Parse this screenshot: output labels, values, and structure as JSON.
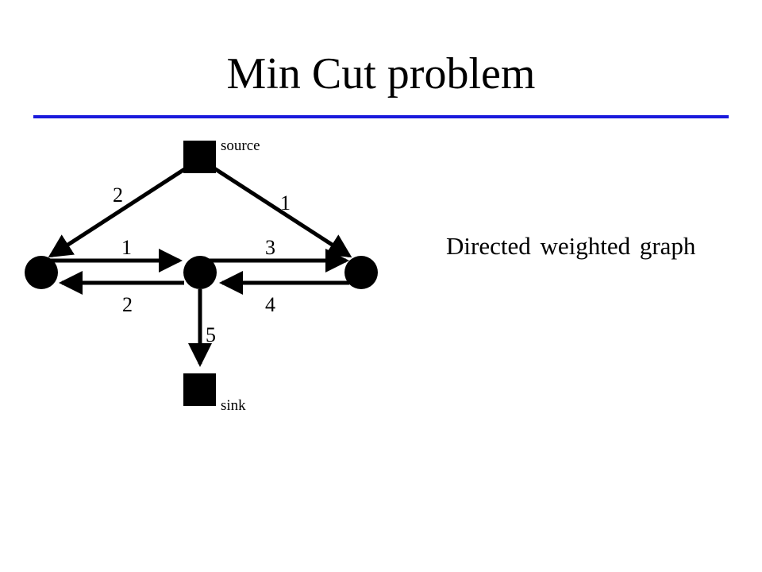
{
  "slide": {
    "title": "Min Cut problem",
    "caption": "Directed weighted graph",
    "rule_color": "#1a1adc"
  },
  "graph": {
    "nodes": {
      "source": {
        "label": "source",
        "shape": "square"
      },
      "sink": {
        "label": "sink",
        "shape": "square"
      },
      "left": {
        "label": "",
        "shape": "circle"
      },
      "middle": {
        "label": "",
        "shape": "circle"
      },
      "right": {
        "label": "",
        "shape": "circle"
      }
    },
    "edges": [
      {
        "id": "source-left",
        "from": "source",
        "to": "left",
        "weight": "2"
      },
      {
        "id": "source-right",
        "from": "source",
        "to": "right",
        "weight": "1"
      },
      {
        "id": "left-middle",
        "from": "left",
        "to": "middle",
        "weight": "1"
      },
      {
        "id": "middle-left",
        "from": "middle",
        "to": "left",
        "weight": "2"
      },
      {
        "id": "middle-right",
        "from": "middle",
        "to": "right",
        "weight": "3"
      },
      {
        "id": "right-middle",
        "from": "right",
        "to": "middle",
        "weight": "4"
      },
      {
        "id": "middle-sink",
        "from": "middle",
        "to": "sink",
        "weight": "5"
      }
    ],
    "colors": {
      "stroke": "#000000",
      "fill": "#000000"
    }
  }
}
